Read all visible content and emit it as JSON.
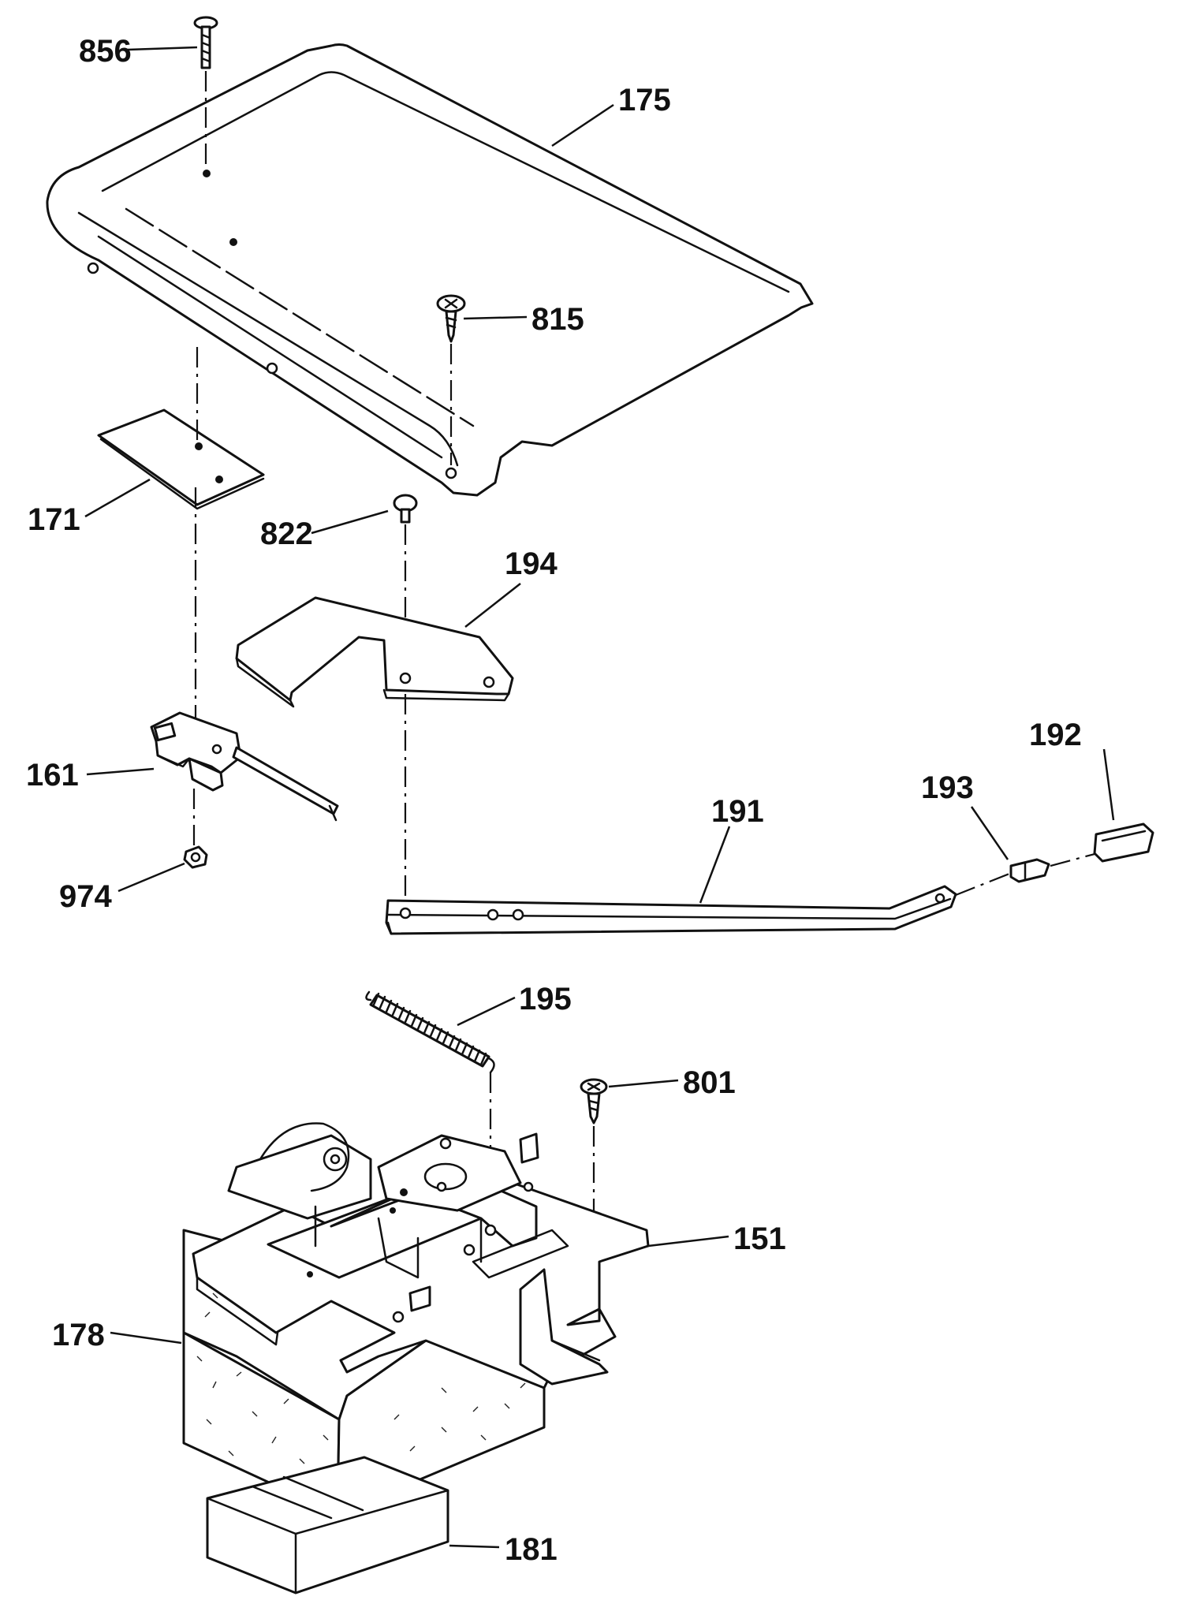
{
  "diagram": {
    "parts": [
      {
        "id": "p856",
        "number": "856"
      },
      {
        "id": "p175",
        "number": "175"
      },
      {
        "id": "p815",
        "number": "815"
      },
      {
        "id": "p171",
        "number": "171"
      },
      {
        "id": "p822",
        "number": "822"
      },
      {
        "id": "p194",
        "number": "194"
      },
      {
        "id": "p192",
        "number": "192"
      },
      {
        "id": "p193",
        "number": "193"
      },
      {
        "id": "p161",
        "number": "161"
      },
      {
        "id": "p191",
        "number": "191"
      },
      {
        "id": "p974",
        "number": "974"
      },
      {
        "id": "p195",
        "number": "195"
      },
      {
        "id": "p801",
        "number": "801"
      },
      {
        "id": "p151",
        "number": "151"
      },
      {
        "id": "p178",
        "number": "178"
      },
      {
        "id": "p181",
        "number": "181"
      }
    ]
  }
}
